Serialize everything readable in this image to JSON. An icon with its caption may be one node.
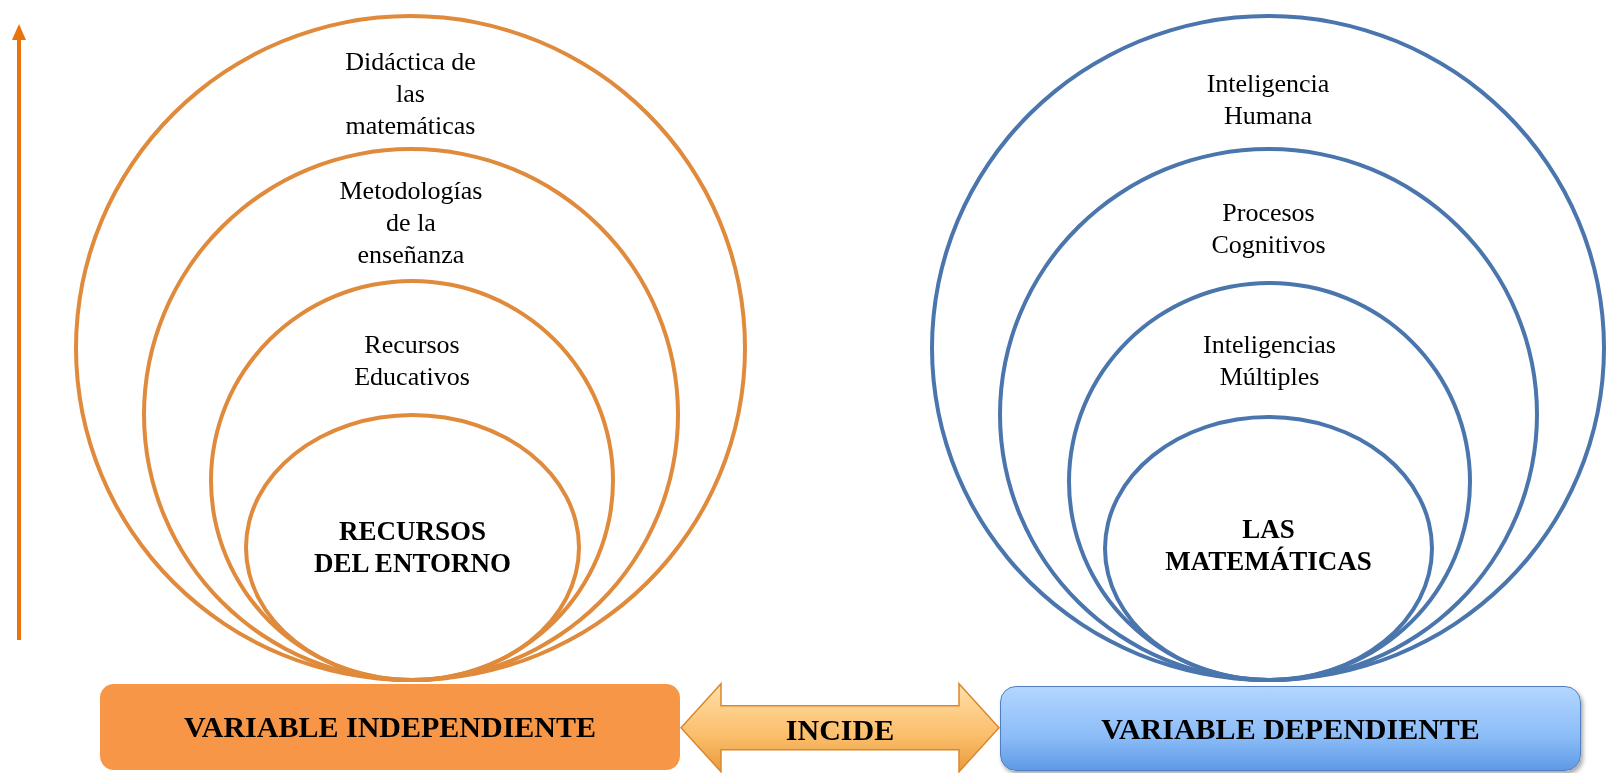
{
  "diagram": {
    "nodes": [
      {
        "text": [
          "Didáctica de las matemáticas"
        ]
      },
      {
        "text": [
          "Metodologías de la enseñanza"
        ],
        "in": 0
      },
      {
        "text": [
          "Recursos Educativos"
        ],
        "in": 1
      },
      {
        "text": [
          "RECURSOS DEL ENTORNO"
        ],
        "in": 2
      },
      {
        "text": [
          "VARIABLE INDEPENDIENTE"
        ]
      },
      {
        "text": [
          "Inteligencia Humana"
        ]
      },
      {
        "text": [
          "Procesos Cognitivos"
        ],
        "in": 5
      },
      {
        "text": [
          "Inteligencias Múltiples"
        ],
        "in": 6
      },
      {
        "text": [
          "LAS MATEMÁTICAS"
        ],
        "in": 7
      },
      {
        "text": [
          "VARIABLE DEPENDIENTE"
        ]
      }
    ],
    "edges": [
      {
        "from": 4,
        "to": 9,
        "arrow": "both",
        "label": "INCIDE",
        "style": "thick"
      }
    ]
  }
}
